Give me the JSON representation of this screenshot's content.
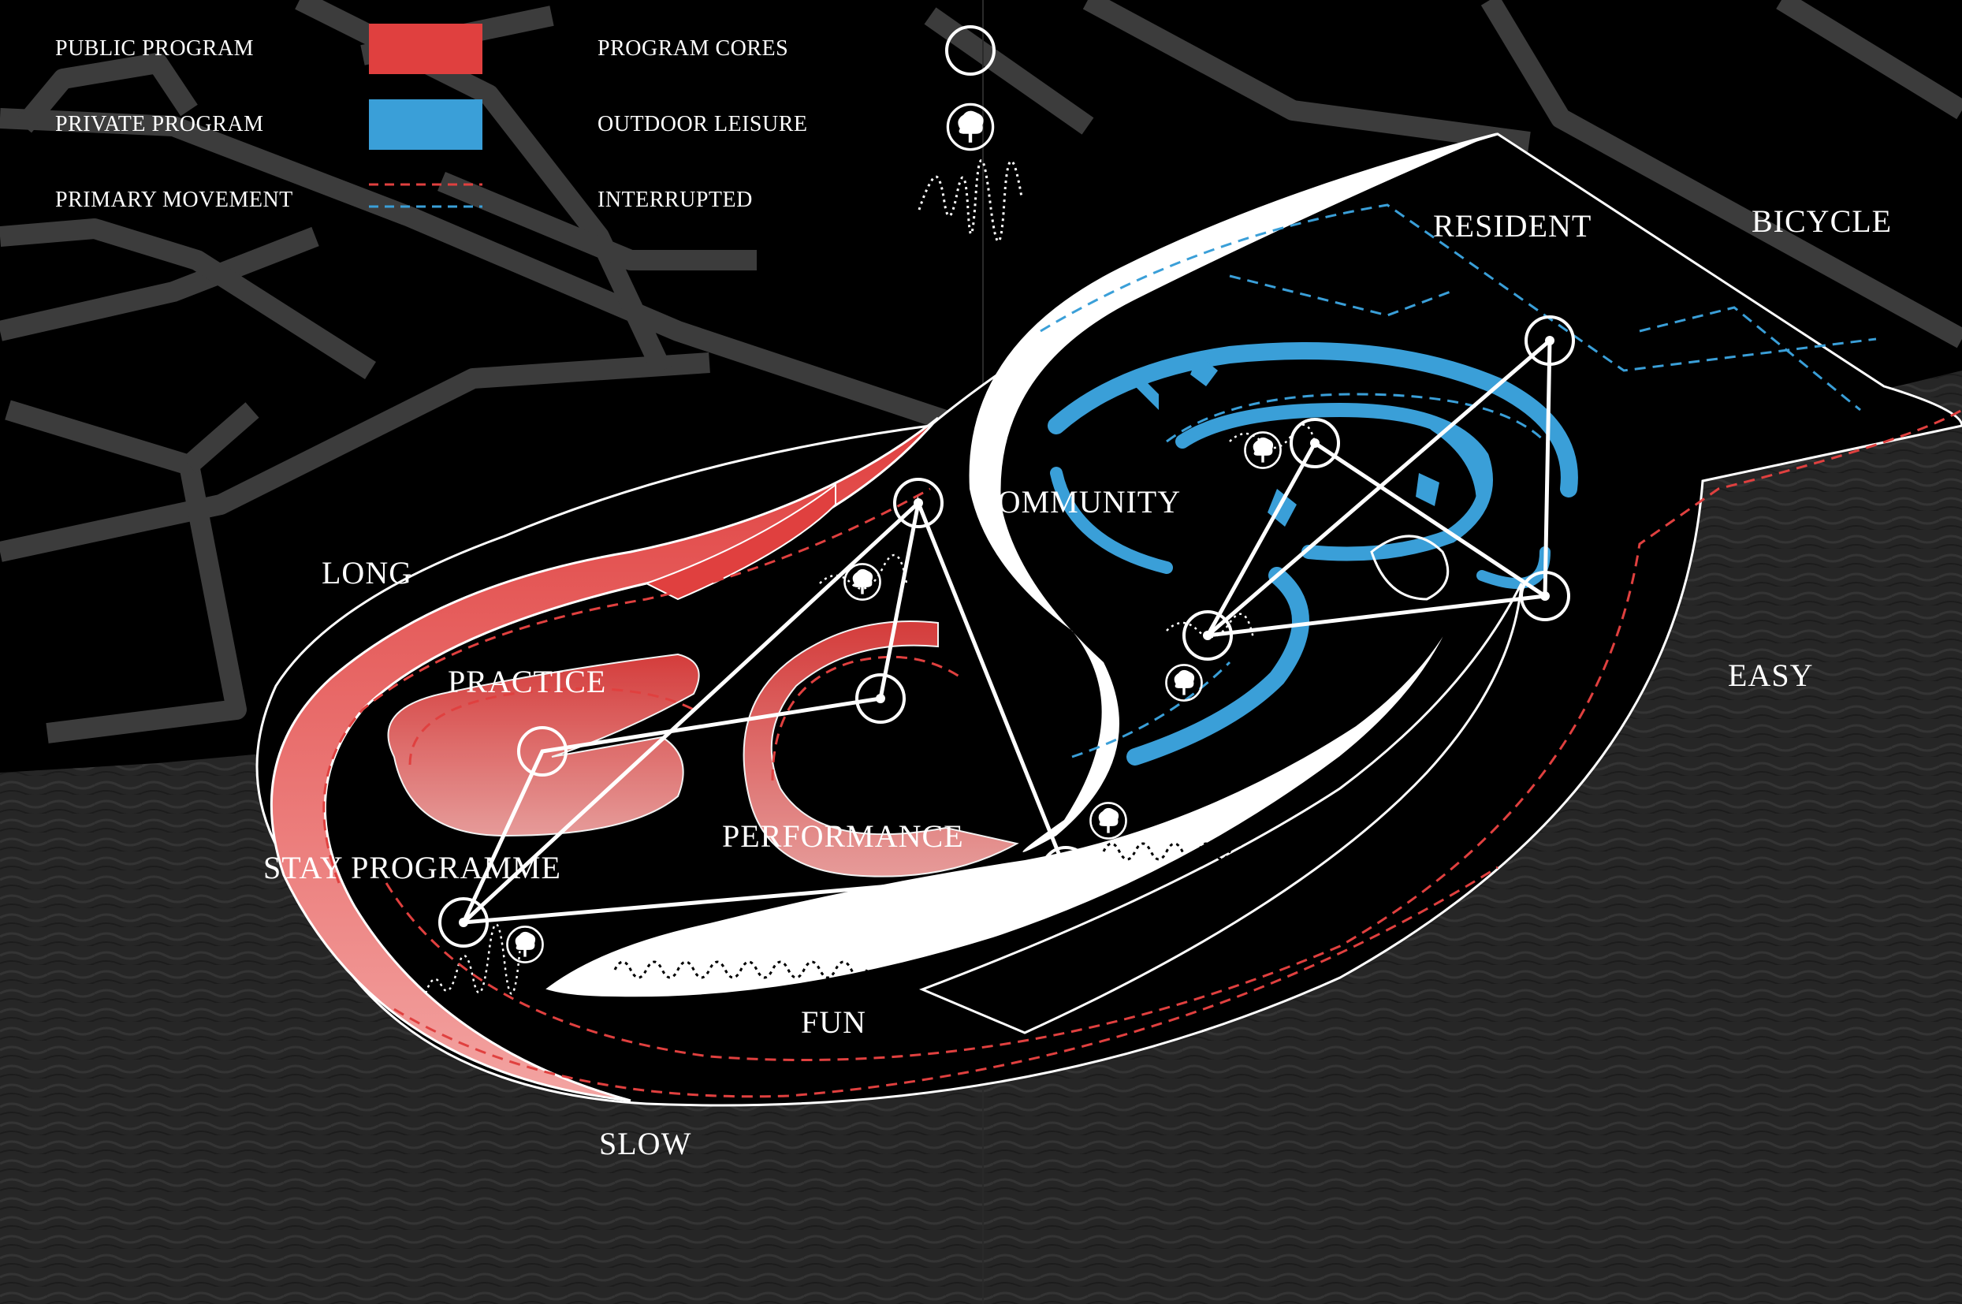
{
  "legend": {
    "public_program": "PUBLIC PROGRAM",
    "private_program": "PRIVATE PROGRAM",
    "primary_movement": "PRIMARY MOVEMENT",
    "program_cores": "PROGRAM CORES",
    "outdoor_leisure": "OUTDOOR LEISURE",
    "interrupted": "INTERRUPTED"
  },
  "labels": {
    "long": "LONG",
    "practice": "PRACTICE",
    "performance": "PERFORMANCE",
    "stay_programme": "STAY PROGRAMME",
    "community": "COMMUNITY",
    "resident": "RESIDENT",
    "bicycle": "BICYCLE",
    "easy": "EASY",
    "fun": "FUN",
    "slow": "SLOW"
  },
  "colors": {
    "public": "#e0403f",
    "private": "#3a9fd8",
    "roads": "#3c3c3c",
    "water": "#262626",
    "background": "#000000",
    "lines": "#ffffff"
  },
  "icons": {
    "program_core": "circle-icon",
    "outdoor_leisure": "tree-icon",
    "interrupted": "squiggle-icon"
  }
}
